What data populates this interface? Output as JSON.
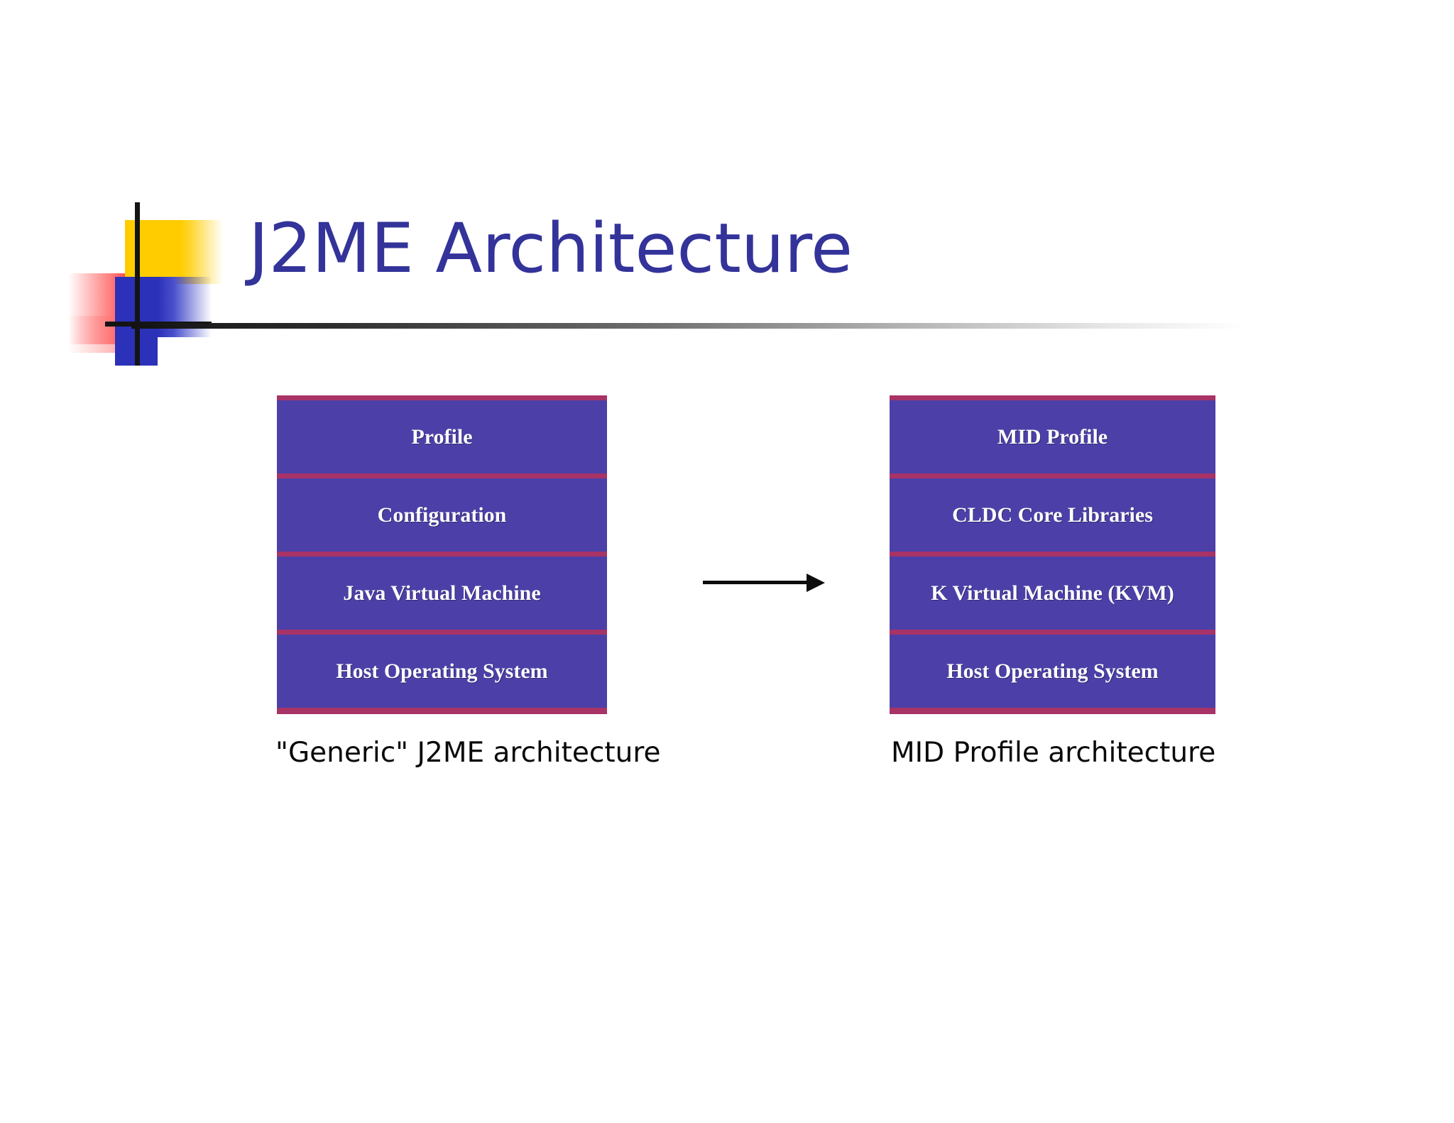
{
  "slide": {
    "title": "J2ME Architecture",
    "background_color": "#FFFFFF",
    "title_color": "#33339A"
  },
  "logo": {
    "name": "decorative-squares-mark",
    "colors": {
      "yellow": "#FFCC00",
      "red": "#FF1A1A",
      "blue": "#2B31B8",
      "cross": "#141414"
    }
  },
  "diagram": {
    "type": "layered-architecture-comparison",
    "block_color": "#4C40A8",
    "separator_color": "#A83366",
    "text_color": "#FFFFFF",
    "arrow": {
      "name": "right-arrow",
      "direction": "right",
      "from": "generic-j2me-stack",
      "to": "mid-profile-stack"
    },
    "stacks": [
      {
        "id": "generic-j2me-stack",
        "caption": "\"Generic\" J2ME architecture",
        "layers": [
          "Profile",
          "Configuration",
          "Java Virtual Machine",
          "Host Operating System"
        ]
      },
      {
        "id": "mid-profile-stack",
        "caption": "MID Profile architecture",
        "layers": [
          "MID Profile",
          "CLDC Core Libraries",
          "K Virtual Machine (KVM)",
          "Host Operating System"
        ]
      }
    ]
  }
}
